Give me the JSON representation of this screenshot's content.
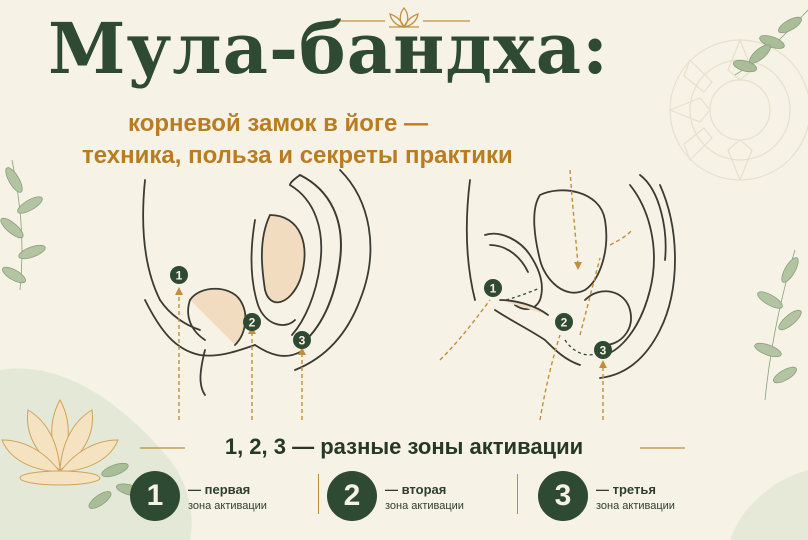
{
  "title": "Мула-бандха:",
  "subtitle_line1": "корневой замок в йоге —",
  "subtitle_line2": "техника, польза и секреты практики",
  "footer": {
    "heading": "1, 2, 3 — разные зоны активации",
    "zones": [
      {
        "number": "1",
        "label": "— первая",
        "sub": "зона активации"
      },
      {
        "number": "2",
        "label": "— вторая",
        "sub": "зона активации"
      },
      {
        "number": "3",
        "label": "— третья",
        "sub": "зона активации"
      }
    ]
  },
  "markers": [
    "1",
    "2",
    "3"
  ],
  "colors": {
    "background": "#f6f2e6",
    "primary_green": "#2f4a33",
    "accent_gold": "#b77d20",
    "organ_fill": "#f1dcc0",
    "leaf_green": "#a9bd98"
  },
  "icons": [
    "lotus-icon",
    "leaf-branch-icon",
    "mandala-icon",
    "anatomy-illustration"
  ]
}
